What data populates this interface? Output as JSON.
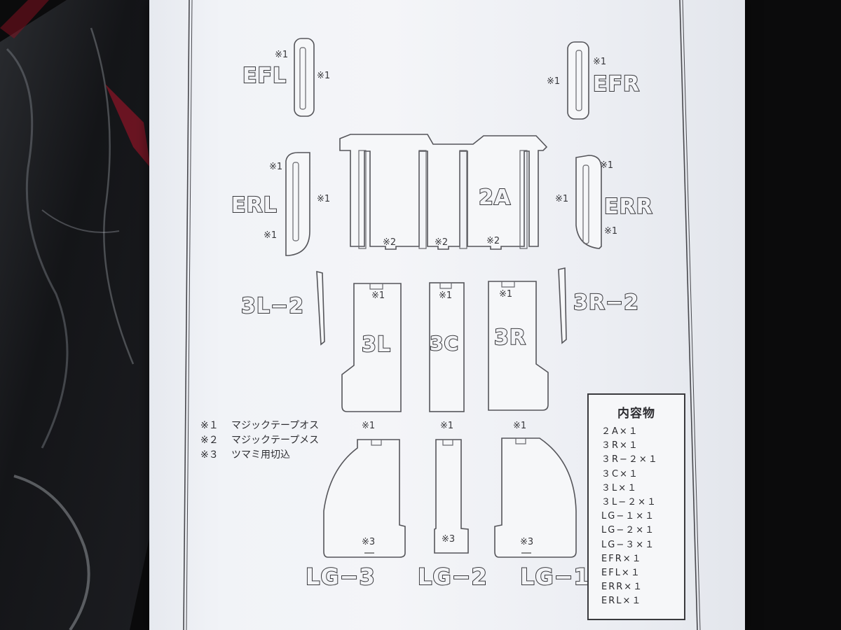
{
  "parts": {
    "efl": "EFL",
    "efr": "EFR",
    "erl": "ERL",
    "err": "ERR",
    "p2a": "2A",
    "p3l2": "3L−2",
    "p3r2": "3R−2",
    "p3l": "3L",
    "p3c": "3C",
    "p3r": "3R",
    "lg3": "LG−3",
    "lg2": "LG−2",
    "lg1": "LG−1"
  },
  "notes": {
    "n1": "※1",
    "n2": "※2",
    "n3": "※3"
  },
  "legend": [
    {
      "key": "※１",
      "text": "マジックテープオス"
    },
    {
      "key": "※２",
      "text": "マジックテープメス"
    },
    {
      "key": "※３",
      "text": "ツマミ用切込"
    }
  ],
  "contents": {
    "title": "内容物",
    "items": [
      "２A×１",
      "３R×１",
      "３R−２×１",
      "３C×１",
      "３L×１",
      "３L−２×１",
      "LG−１×１",
      "LG−２×１",
      "LG−３×１",
      "EFR×１",
      "EFL×１",
      "ERR×１",
      "ERL×１"
    ]
  },
  "colors": {
    "background": "#0b0b0c",
    "paper": "#f1f3f7",
    "ink": "#3a3a3e"
  }
}
